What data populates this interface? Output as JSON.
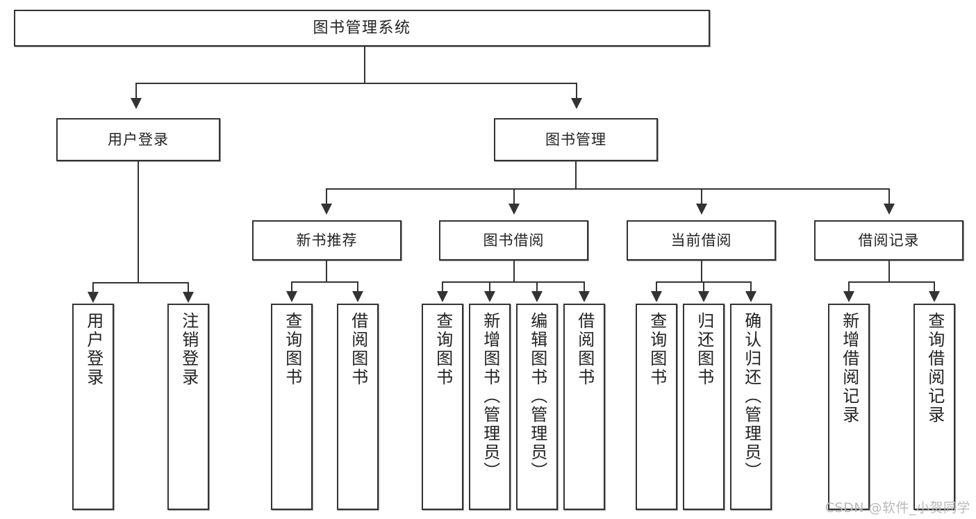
{
  "diagram": {
    "title": "图书管理系统",
    "type": "tree-hierarchy-chart",
    "root": {
      "label": "图书管理系统"
    },
    "level2": [
      {
        "label": "用户登录"
      },
      {
        "label": "图书管理"
      }
    ],
    "level3": [
      {
        "label": "新书推荐"
      },
      {
        "label": "图书借阅"
      },
      {
        "label": "当前借阅"
      },
      {
        "label": "借阅记录"
      }
    ],
    "leaves": {
      "user_login": [
        {
          "label": "用户登录"
        },
        {
          "label": "注销登录"
        }
      ],
      "new_book_recommend": [
        {
          "label": "查询图书"
        },
        {
          "label": "借阅图书"
        }
      ],
      "book_borrow": [
        {
          "label": "查询图书"
        },
        {
          "label": "新增图书（管理员）"
        },
        {
          "label": "编辑图书（管理员）"
        },
        {
          "label": "借阅图书"
        }
      ],
      "current_borrow": [
        {
          "label": "查询图书"
        },
        {
          "label": "归还图书"
        },
        {
          "label": "确认归还（管理员）"
        }
      ],
      "borrow_record": [
        {
          "label": "新增借阅记录"
        },
        {
          "label": "查询借阅记录"
        }
      ]
    },
    "colors": {
      "line": "#333333",
      "box_border": "#333333",
      "box_fill": "#ffffff",
      "text": "#222222",
      "watermark": "#b9b9b9"
    }
  },
  "watermark": {
    "text": "CSDN @软件_小贺同学"
  }
}
